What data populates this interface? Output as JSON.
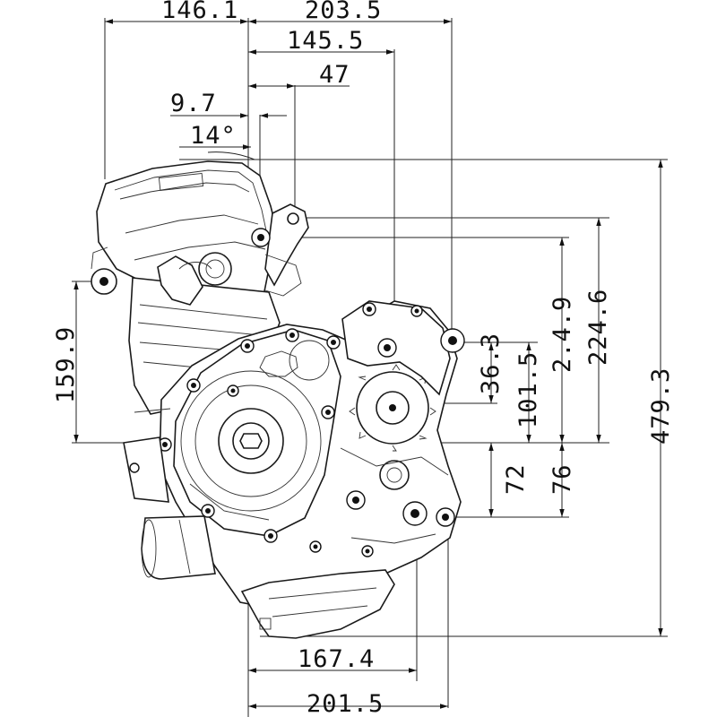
{
  "dimensions": {
    "top": [
      "146.1",
      "203.5",
      "145.5",
      "47",
      "9.7"
    ],
    "angle": "14°",
    "right": [
      "479.3",
      "224.6",
      "2.4.9",
      "101.5",
      "36.3",
      "76",
      "72"
    ],
    "left": [
      "159.9"
    ],
    "bottom": [
      "167.4",
      "201.5"
    ]
  }
}
